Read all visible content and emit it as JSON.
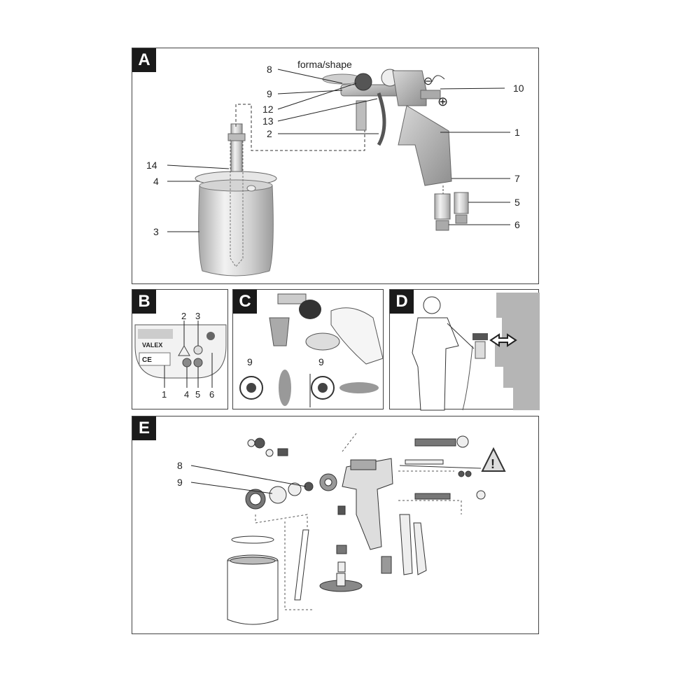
{
  "panels": {
    "A": {
      "tag": "A",
      "shape_label": "forma/shape",
      "callouts": [
        "1",
        "2",
        "3",
        "4",
        "5",
        "6",
        "7",
        "8",
        "9",
        "10",
        "12",
        "13",
        "14"
      ],
      "minus": "⊖",
      "plus": "⊕"
    },
    "B": {
      "tag": "B",
      "callouts": [
        "1",
        "2",
        "3",
        "4",
        "5",
        "6"
      ],
      "ce": "CE",
      "brand": "VALEX"
    },
    "C": {
      "tag": "C",
      "callouts": [
        "9",
        "9"
      ]
    },
    "D": {
      "tag": "D"
    },
    "E": {
      "tag": "E",
      "callouts": [
        "8",
        "9"
      ],
      "warning": "!"
    }
  },
  "colors": {
    "border": "#444444",
    "tag_bg": "#1a1a1a",
    "metal": "#c9c9c9",
    "grey": "#9a9a9a",
    "wall": "#b5b5b5"
  }
}
